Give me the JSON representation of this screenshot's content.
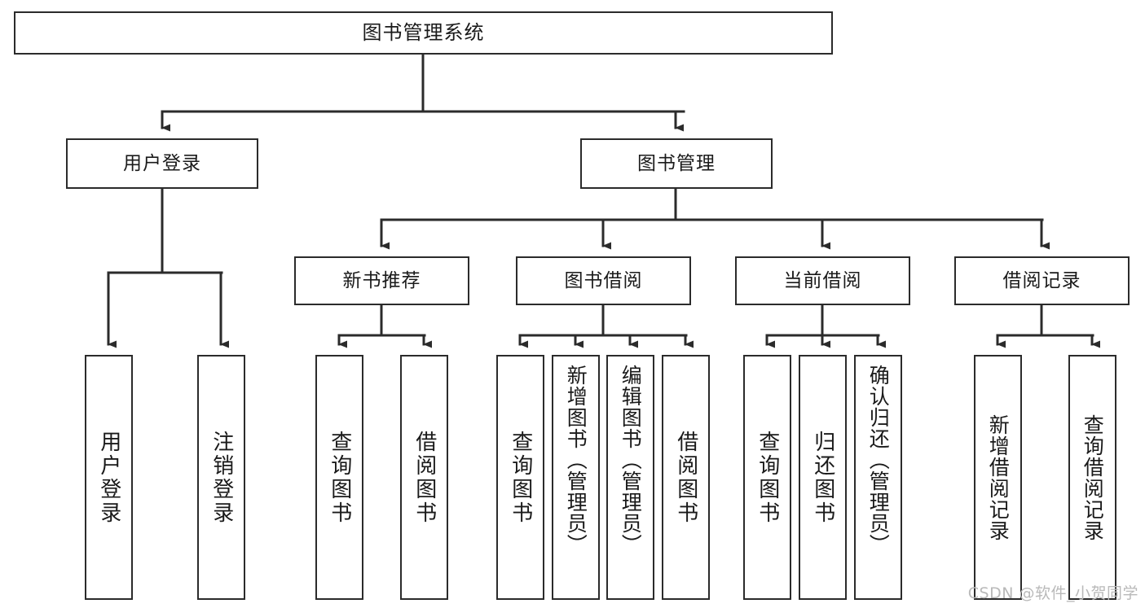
{
  "diagram": {
    "title": "图书管理系统",
    "type": "tree",
    "orientation": "top-down",
    "colors": {
      "node_border": "#2b2b2b",
      "node_fill": "#ffffff",
      "edge": "#2b2b2b",
      "text": "#1a1a1a",
      "watermark": "#b9b9b9",
      "background": "#ffffff"
    }
  },
  "nodes": {
    "root": {
      "label": "图书管理系统"
    },
    "level1": [
      {
        "id": "user-login",
        "label": "用户登录"
      },
      {
        "id": "book-management",
        "label": "图书管理"
      }
    ],
    "level2": [
      {
        "id": "new-book-recommend",
        "label": "新书推荐"
      },
      {
        "id": "book-borrow",
        "label": "图书借阅"
      },
      {
        "id": "current-borrow",
        "label": "当前借阅"
      },
      {
        "id": "borrow-record",
        "label": "借阅记录"
      }
    ],
    "leaves": {
      "user-login": [
        {
          "id": "leaf-user-login",
          "label": "用户登录"
        },
        {
          "id": "leaf-logout-login",
          "label": "注销登录"
        }
      ],
      "new-book-recommend": [
        {
          "id": "leaf-query-book-1",
          "label": "查询图书"
        },
        {
          "id": "leaf-borrow-book-1",
          "label": "借阅图书"
        }
      ],
      "book-borrow": [
        {
          "id": "leaf-query-book-2",
          "label": "查询图书"
        },
        {
          "id": "leaf-add-book",
          "label": "新增图书（管理员）"
        },
        {
          "id": "leaf-edit-book",
          "label": "编辑图书（管理员）"
        },
        {
          "id": "leaf-borrow-book-2",
          "label": "借阅图书"
        }
      ],
      "current-borrow": [
        {
          "id": "leaf-query-book-3",
          "label": "查询图书"
        },
        {
          "id": "leaf-return-book",
          "label": "归还图书"
        },
        {
          "id": "leaf-confirm-return",
          "label": "确认归还（管理员）"
        }
      ],
      "borrow-record": [
        {
          "id": "leaf-add-record",
          "label": "新增借阅记录"
        },
        {
          "id": "leaf-query-record",
          "label": "查询借阅记录"
        }
      ]
    }
  },
  "watermark": {
    "text": "CSDN @软件_小贺同学"
  }
}
